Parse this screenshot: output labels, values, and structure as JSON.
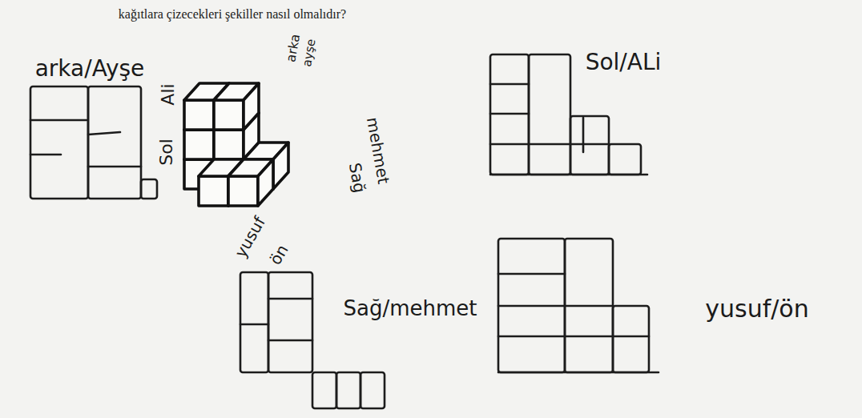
{
  "diagram": {
    "labels": [
      "kağıtlara çizecekleri şekiller nasıl olmalıdır?",
      "arka",
      "ayşe",
      "Sol",
      "Ali",
      "Sağ",
      "mehmet",
      "yusuf",
      "ön",
      "Sol/ALi",
      "arka/Ayşe",
      "Sağ/mehmet",
      "yusuf/ön"
    ]
  }
}
